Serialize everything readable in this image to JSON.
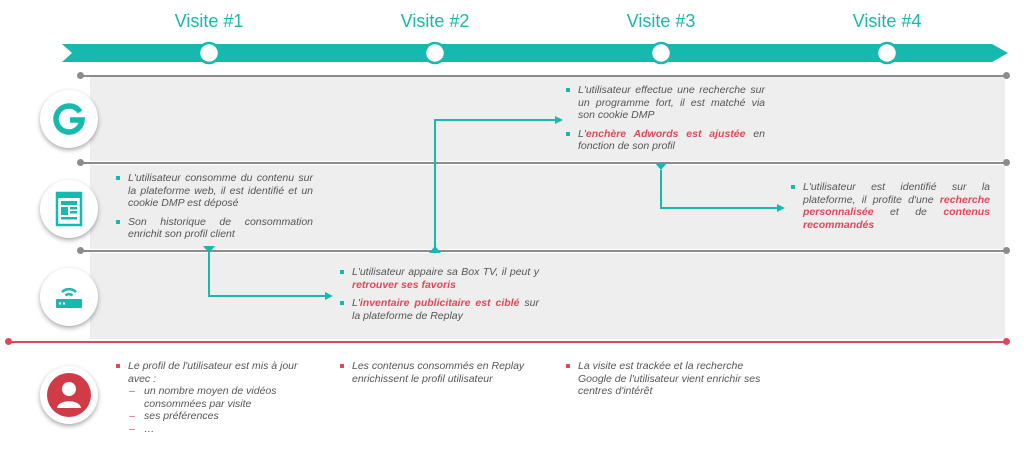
{
  "visits": [
    "Visite #1",
    "Visite #2",
    "Visite #3",
    "Visite #4"
  ],
  "lanes": [
    "google-search",
    "web-platform",
    "tv-box",
    "user-profile"
  ],
  "notes": {
    "google": {
      "b1": "L'utilisateur effectue une recherche sur un programme fort, il est matché via son cookie DMP",
      "b2_pre": "L'",
      "b2_hl": "enchère Adwords est ajustée",
      "b2_post": " en fonction de son profil"
    },
    "web": {
      "b1": "L'utilisateur consomme du contenu sur la plateforme web, il est identifié et un cookie DMP est déposé",
      "b2": "Son historique de consommation enrichit son profil client"
    },
    "web_v4": {
      "pre": "L'utilisateur est identifié sur la plateforme, il profite d'une ",
      "hl1": "recherche personnalisée",
      "mid": " et de ",
      "hl2": "contenus recommandés"
    },
    "tv": {
      "b1_pre": "L'utilisateur appaire sa Box TV, il peut y ",
      "b1_hl": "retrouver ses favoris",
      "b2_pre": "L'",
      "b2_hl": "inventaire publicitaire est ciblé",
      "b2_post": " sur la plateforme de Replay"
    },
    "profile": {
      "col1_intro": "Le profil de l'utilisateur est mis à jour avec :",
      "col1_items": [
        "un nombre moyen de vidéos consommées par visite",
        "ses préférences",
        "…"
      ],
      "col2": "Les contenus consommés en Replay enrichissent le profil utilisateur",
      "col3": "La visite est trackée et la recherche Google de l'utilisateur vient enrichir ses centres d'intérêt"
    }
  },
  "colors": {
    "accent": "#16b9ad",
    "highlight": "#e0485a",
    "lane_bg": "#eeeeee",
    "separator": "#8c8c8c"
  }
}
